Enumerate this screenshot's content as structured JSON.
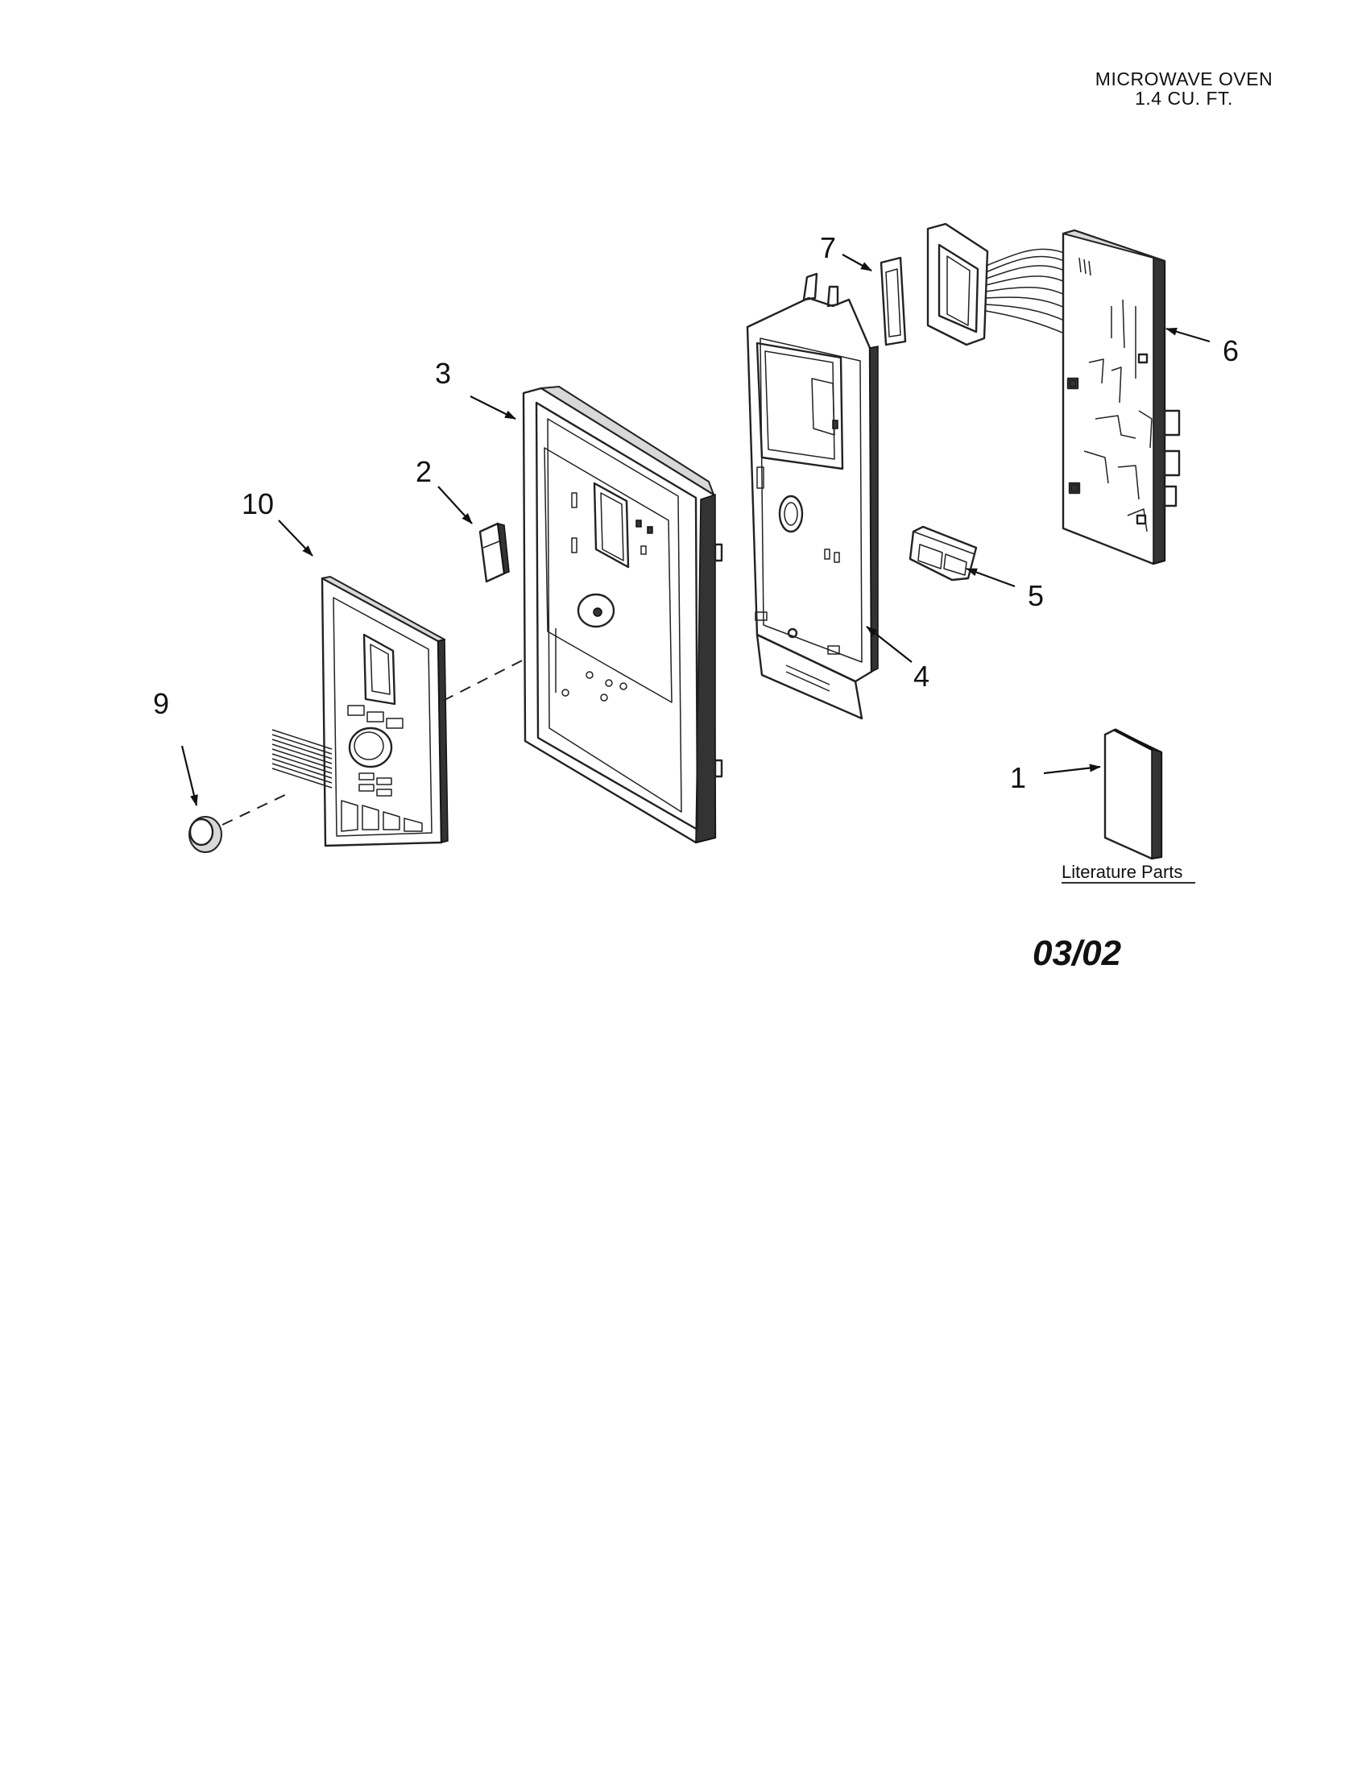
{
  "header": {
    "line1": "MICROWAVE OVEN",
    "line2": "1.4 CU. FT."
  },
  "callouts": {
    "c1": "1",
    "c2": "2",
    "c3": "3",
    "c4": "4",
    "c5": "5",
    "c6": "6",
    "c7": "7",
    "c9": "9",
    "c10": "10"
  },
  "literature_label": "Literature Parts",
  "date_stamp": "03/02"
}
